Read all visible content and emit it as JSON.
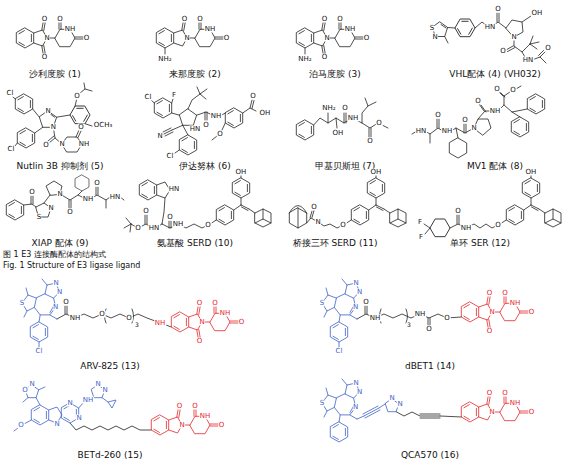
{
  "diagram": {
    "labels": [
      "O",
      "O",
      "N",
      "O",
      "NH",
      "O",
      "沙利度胺 (1)",
      "O",
      "N",
      "O",
      "NH",
      "O",
      "NH₂",
      "来那度胺 (2)",
      "O",
      "O",
      "N",
      "O",
      "NH",
      "O",
      "NH₂",
      "泊马度胺 (3)",
      "S",
      "N",
      "HN",
      "O",
      "OH",
      "N",
      "O",
      "HN",
      "O",
      "VHL配体 (4) (VH032)",
      "Cl",
      "Cl",
      "N",
      "N",
      "O",
      "OCH₃",
      "O",
      "N",
      "NH",
      "O",
      "Nutlin 3B 抑制剂 (5)",
      "Cl",
      "F",
      "N",
      "HN",
      "O",
      "NH",
      "O",
      "O",
      "OH",
      "Cl",
      "伊达努林 (6)",
      "NH₂",
      "OH",
      "O",
      "NH",
      "O",
      "O",
      "甲基贝斯坦 (7)",
      "HN",
      "O",
      "NH",
      "O",
      "N",
      "O",
      "NH",
      "O",
      "O",
      "MV1 配体 (8)",
      "O",
      "S",
      "N",
      "N",
      "O",
      "NH",
      "O",
      "HN",
      "XIAP 配体 (9)",
      "O",
      "O",
      "HN",
      "HN",
      "NH",
      "O",
      "O",
      "OH",
      "氨基酸 SERD (10)",
      "N",
      "O",
      "O",
      "OH",
      "桥接三环 SERD (11)",
      "F",
      "F",
      "O",
      "NH",
      "O",
      "OH",
      "单环 SER (12)",
      "图 1 E3 连接酶配体的结构式",
      "Fig. 1 Structure of E3 ligase ligand",
      "S",
      "N",
      "N",
      "N",
      "Cl",
      "O",
      "NH",
      "O",
      "O",
      "3",
      "NH",
      "N",
      "O",
      "O",
      "O",
      "NH",
      "O",
      "ARV-825 (13)",
      "S",
      "N",
      "N",
      "N",
      "Cl",
      "O",
      "NH",
      "3",
      "NH",
      "O",
      "O",
      "N",
      "O",
      "O",
      "O",
      "NH",
      "O",
      "dBET1 (14)",
      "N",
      "O",
      "O",
      "N",
      "N",
      "N",
      "NH",
      "N",
      "N",
      "N",
      "O",
      "O",
      "NH",
      "O",
      "BETd-260 (15)",
      "S",
      "N",
      "N",
      "N",
      "N",
      "N",
      "N",
      "O",
      "O",
      "NH",
      "O",
      "QCA570 (16)"
    ]
  }
}
